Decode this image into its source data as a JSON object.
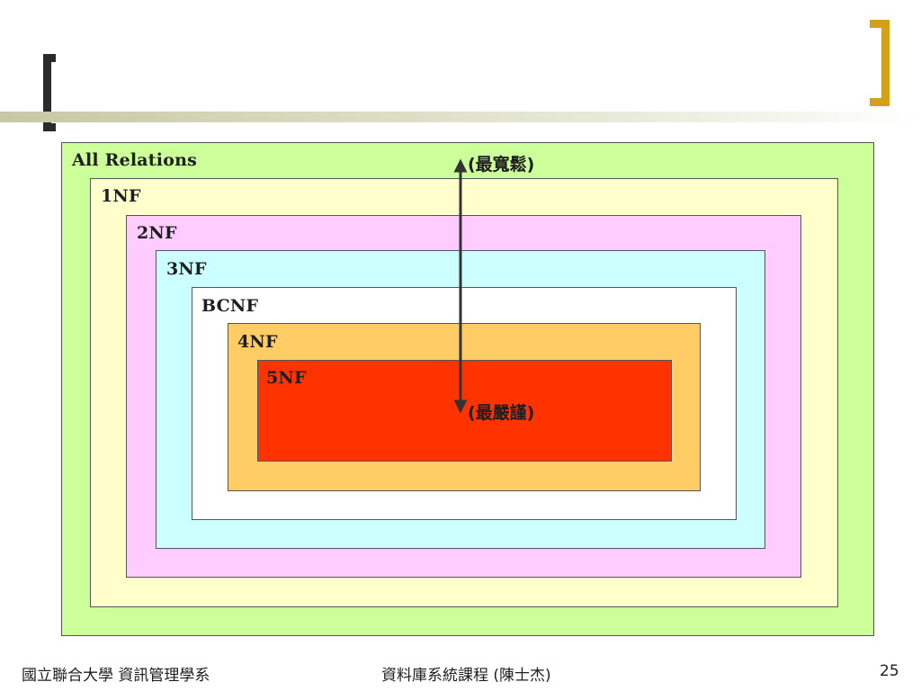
{
  "diagram": {
    "levels": [
      {
        "label": "All Relations",
        "color": "#ccff99"
      },
      {
        "label": "1NF",
        "color": "#ffffcc"
      },
      {
        "label": "2NF",
        "color": "#ffccff"
      },
      {
        "label": "3NF",
        "color": "#ccffff"
      },
      {
        "label": "BCNF",
        "color": "#ffffff"
      },
      {
        "label": "4NF",
        "color": "#ffcc66"
      },
      {
        "label": "5NF",
        "color": "#ff3300"
      }
    ],
    "top_note": "(最寬鬆)",
    "bottom_note": "(最嚴謹)"
  },
  "footer": {
    "left": "國立聯合大學 資訊管理學系",
    "center": "資料庫系統課程 (陳士杰)",
    "page": "25"
  },
  "colors": {
    "bracket_left": "#2b2b2b",
    "bracket_right": "#d4a017",
    "arrow": "#333333"
  }
}
